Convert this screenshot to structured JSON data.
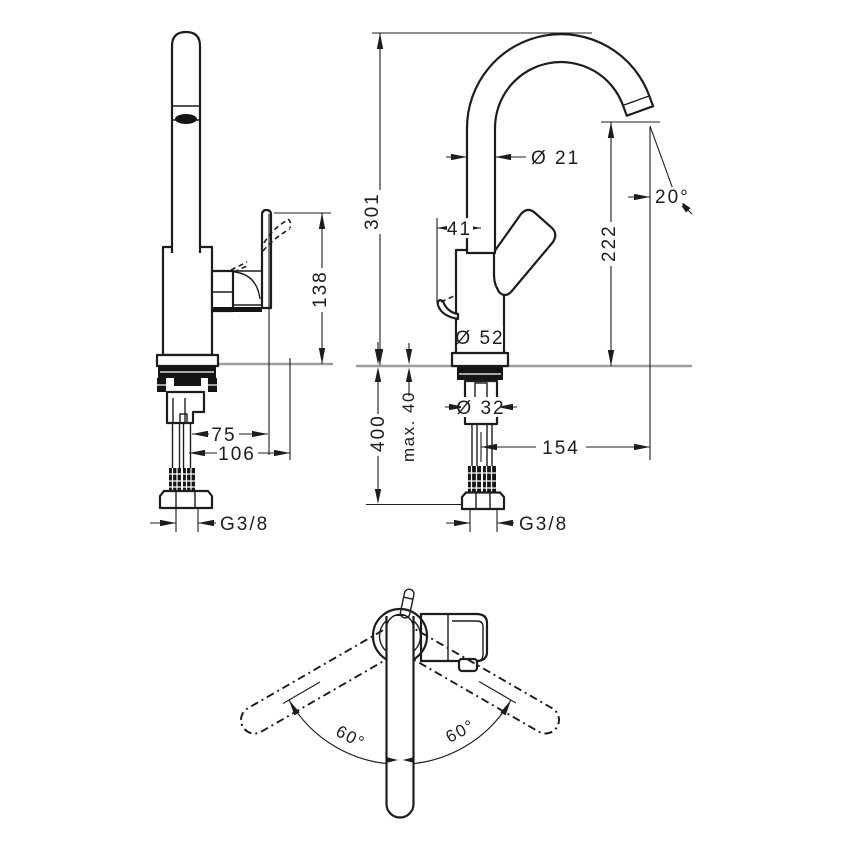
{
  "drawing": {
    "title": "faucet-technical-dimension-drawing",
    "side_view": {
      "height_to_handle": "138",
      "hose_offset_1": "75",
      "hose_offset_2": "106",
      "thread": "G3/8"
    },
    "front_view": {
      "total_height": "301",
      "spout_diameter": "Ø 21",
      "spout_angle": "20°",
      "lever_offset": "41",
      "outlet_height": "222",
      "body_diameter": "Ø 52",
      "shank_diameter": "Ø 32",
      "max_mounting_thickness": "max. 40",
      "hose_length": "400",
      "spout_reach": "154",
      "thread": "G3/8"
    },
    "top_view": {
      "swivel_left": "60°",
      "swivel_right": "60°"
    }
  },
  "colors": {
    "line": "#1d1d1b",
    "deck_line": "#9d9d9c",
    "background": "#ffffff"
  }
}
